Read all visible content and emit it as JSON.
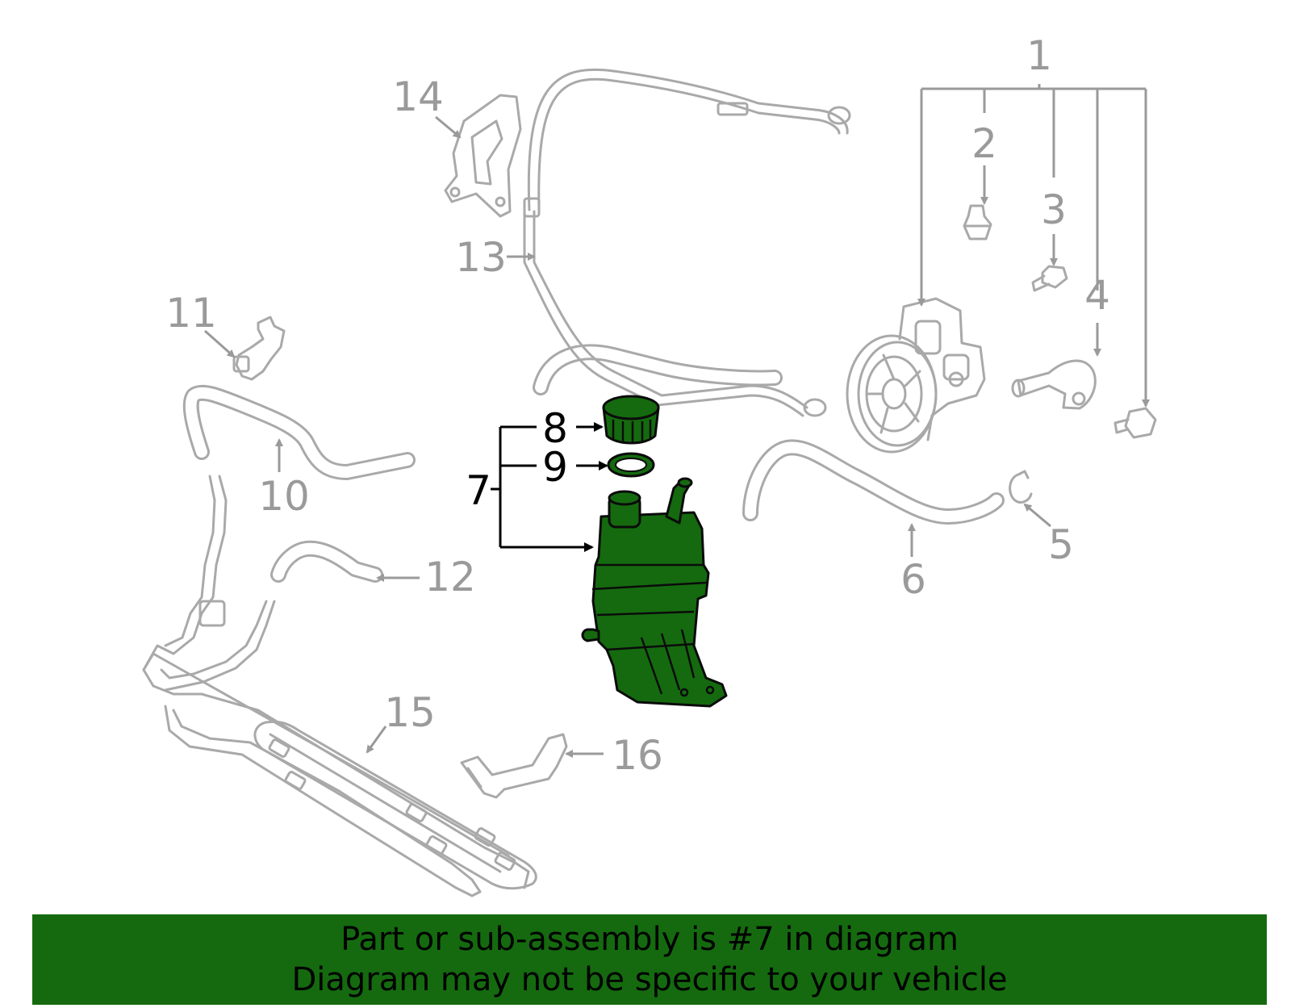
{
  "callouts": {
    "c1": "1",
    "c2": "2",
    "c3": "3",
    "c4": "4",
    "c5": "5",
    "c6": "6",
    "c7": "7",
    "c8": "8",
    "c9": "9",
    "c10": "10",
    "c11": "11",
    "c12": "12",
    "c13": "13",
    "c14": "14",
    "c15": "15",
    "c16": "16"
  },
  "highlighted_part": "7",
  "colors": {
    "highlight": "#156a0f",
    "lines": "#a9a9a9",
    "labels": "#9a9a9a"
  },
  "banner": {
    "line1": "Part or sub-assembly is #7 in diagram",
    "line2": "Diagram may not be specific to your vehicle"
  }
}
